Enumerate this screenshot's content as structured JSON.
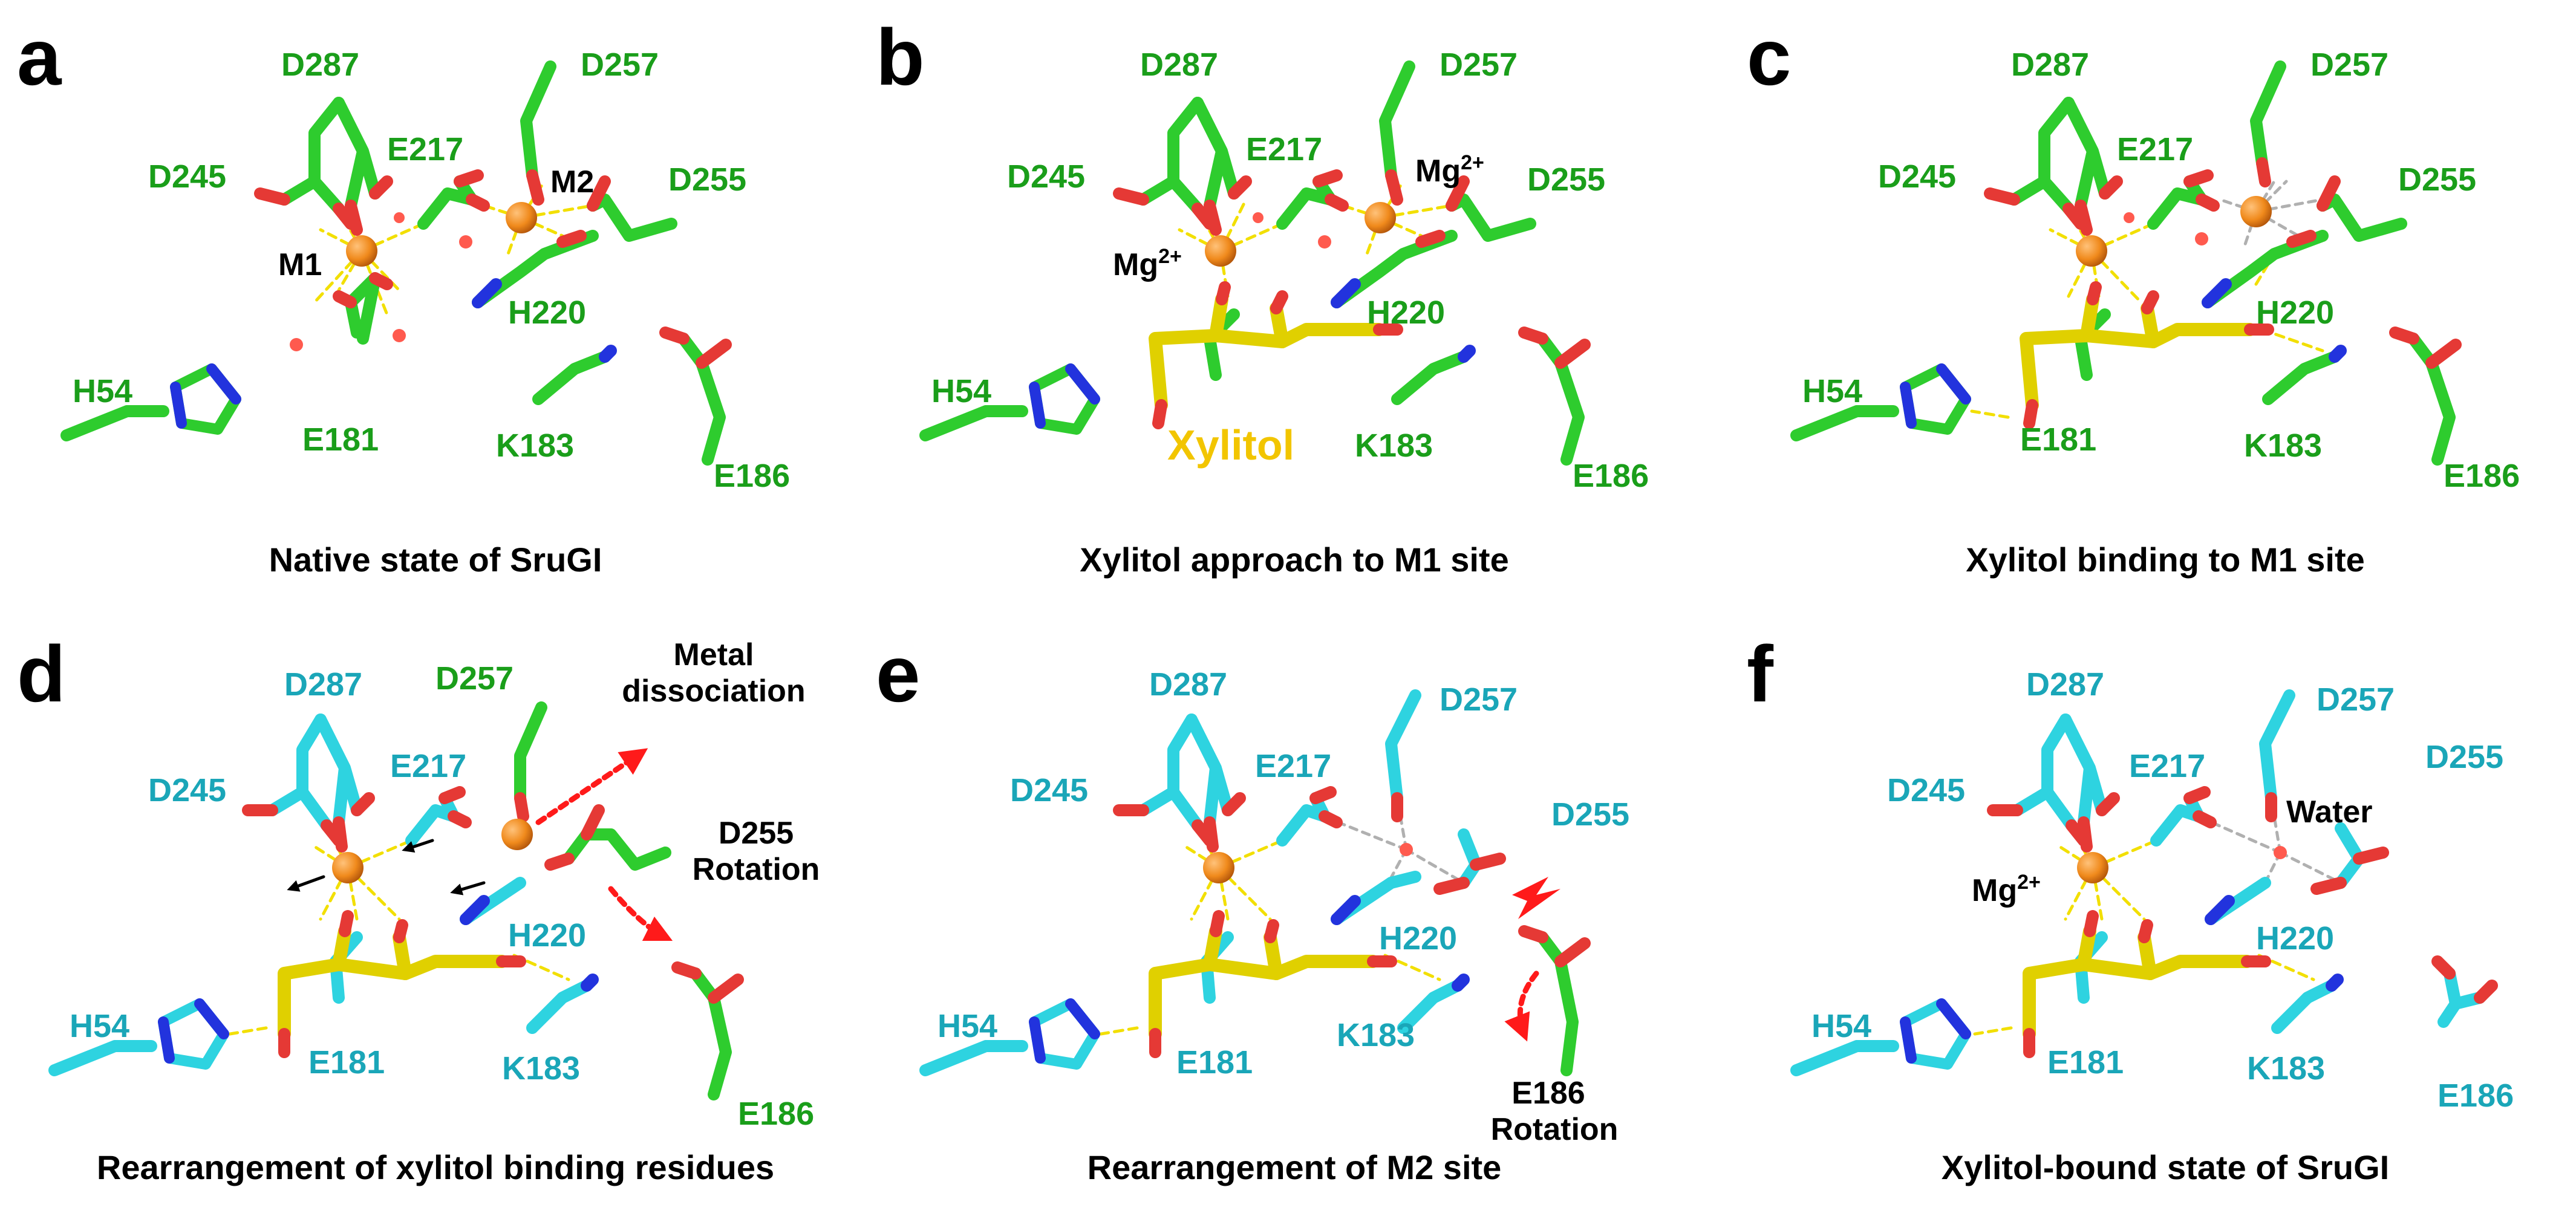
{
  "colors": {
    "green": "#2ecc2e",
    "green_label": "#1a9e1a",
    "cyan": "#2ed3e0",
    "cyan_label": "#1aa6b8",
    "oxygen": "#e53935",
    "nitrogen": "#2233dd",
    "xylitol": "#e0d000",
    "xylitol_label": "#f2c500",
    "metal": "#f08a1c",
    "water": "#ff5a4e",
    "arrow_red": "#ff1a1a",
    "hbond": "#f2df00",
    "coord_grey": "#b0b0b0"
  },
  "panels": [
    {
      "letter": "a",
      "caption": "Native state of SruGI",
      "residue_color": "green",
      "labels": {
        "D287": "D287",
        "D257": "D257",
        "D245": "D245",
        "E217": "E217",
        "D255": "D255",
        "H220": "H220",
        "H54": "H54",
        "E181": "E181",
        "K183": "K183",
        "E186": "E186"
      },
      "metal_labels": {
        "m1": "M1",
        "m2": "M2"
      }
    },
    {
      "letter": "b",
      "caption": "Xylitol approach to M1 site",
      "residue_color": "green",
      "labels": {
        "D287": "D287",
        "D257": "D257",
        "D245": "D245",
        "E217": "E217",
        "D255": "D255",
        "H220": "H220",
        "H54": "H54",
        "K183": "K183",
        "E186": "E186"
      },
      "metal_labels": {
        "m1": "Mg",
        "m1_sup": "2+",
        "m2": "Mg",
        "m2_sup": "2+"
      },
      "ligand_label": "Xylitol"
    },
    {
      "letter": "c",
      "caption": "Xylitol binding to M1 site",
      "residue_color": "green",
      "labels": {
        "D287": "D287",
        "D257": "D257",
        "D245": "D245",
        "E217": "E217",
        "D255": "D255",
        "H220": "H220",
        "H54": "H54",
        "E181": "E181",
        "K183": "K183",
        "E186": "E186"
      }
    },
    {
      "letter": "d",
      "caption": "Rearrangement of xylitol binding residues",
      "residue_color": "cyan",
      "labels": {
        "D287": "D287",
        "D257": "D257",
        "D245": "D245",
        "E217": "E217",
        "H220": "H220",
        "H54": "H54",
        "E181": "E181",
        "K183": "K183",
        "E186": "E186"
      },
      "annotations": {
        "metal_line1": "Metal",
        "metal_line2": "dissociation",
        "rot_line1": "D255",
        "rot_line2": "Rotation"
      }
    },
    {
      "letter": "e",
      "caption": "Rearrangement of M2 site",
      "residue_color": "cyan",
      "labels": {
        "D287": "D287",
        "D257": "D257",
        "D245": "D245",
        "E217": "E217",
        "D255": "D255",
        "H220": "H220",
        "H54": "H54",
        "E181": "E181",
        "K183": "K183"
      },
      "annotations": {
        "rot_line1": "E186",
        "rot_line2": "Rotation"
      }
    },
    {
      "letter": "f",
      "caption": "Xylitol-bound state of SruGI",
      "residue_color": "cyan",
      "labels": {
        "D287": "D287",
        "D257": "D257",
        "D245": "D245",
        "E217": "E217",
        "D255": "D255",
        "H220": "H220",
        "H54": "H54",
        "E181": "E181",
        "K183": "K183",
        "E186": "E186"
      },
      "metal_labels": {
        "m1": "Mg",
        "m1_sup": "2+"
      },
      "annotations": {
        "water": "Water"
      }
    }
  ]
}
